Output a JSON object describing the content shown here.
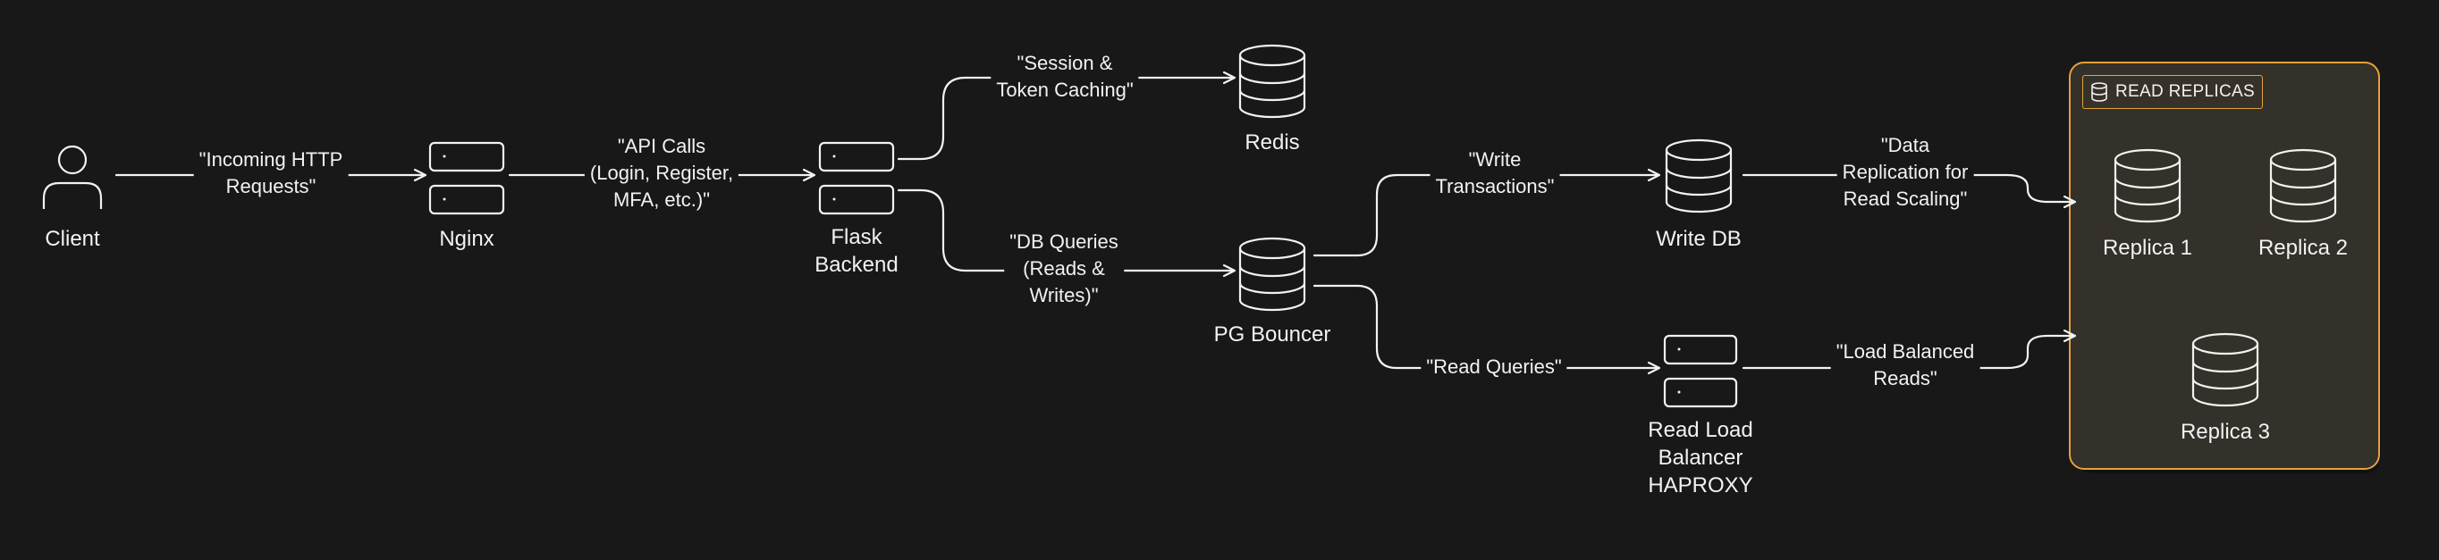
{
  "nodes": {
    "client": "Client",
    "nginx": "Nginx",
    "flask": "Flask\nBackend",
    "redis": "Redis",
    "pgbouncer": "PG Bouncer",
    "writedb": "Write DB",
    "readlb": "Read Load\nBalancer\nHAPROXY",
    "replica1": "Replica 1",
    "replica2": "Replica 2",
    "replica3": "Replica 3"
  },
  "edges": {
    "client_nginx": "\"Incoming HTTP\nRequests\"",
    "nginx_flask": "\"API Calls\n(Login, Register,\nMFA, etc.)\"",
    "flask_redis": "\"Session &\nToken Caching\"",
    "flask_pgbouncer": "\"DB Queries\n(Reads &\nWrites)\"",
    "pgbouncer_writedb": "\"Write\nTransactions\"",
    "pgbouncer_readlb": "\"Read Queries\"",
    "writedb_replicas": "\"Data\nReplication for\nRead Scaling\"",
    "readlb_replicas": "\"Load Balanced\nReads\""
  },
  "group": {
    "title": "READ REPLICAS",
    "icon": "database-icon",
    "border_color": "#e3a23a",
    "fill_color": "#34302a"
  },
  "colors": {
    "background": "#181818",
    "stroke": "#f2f2f2",
    "text": "#f2f2f2"
  }
}
